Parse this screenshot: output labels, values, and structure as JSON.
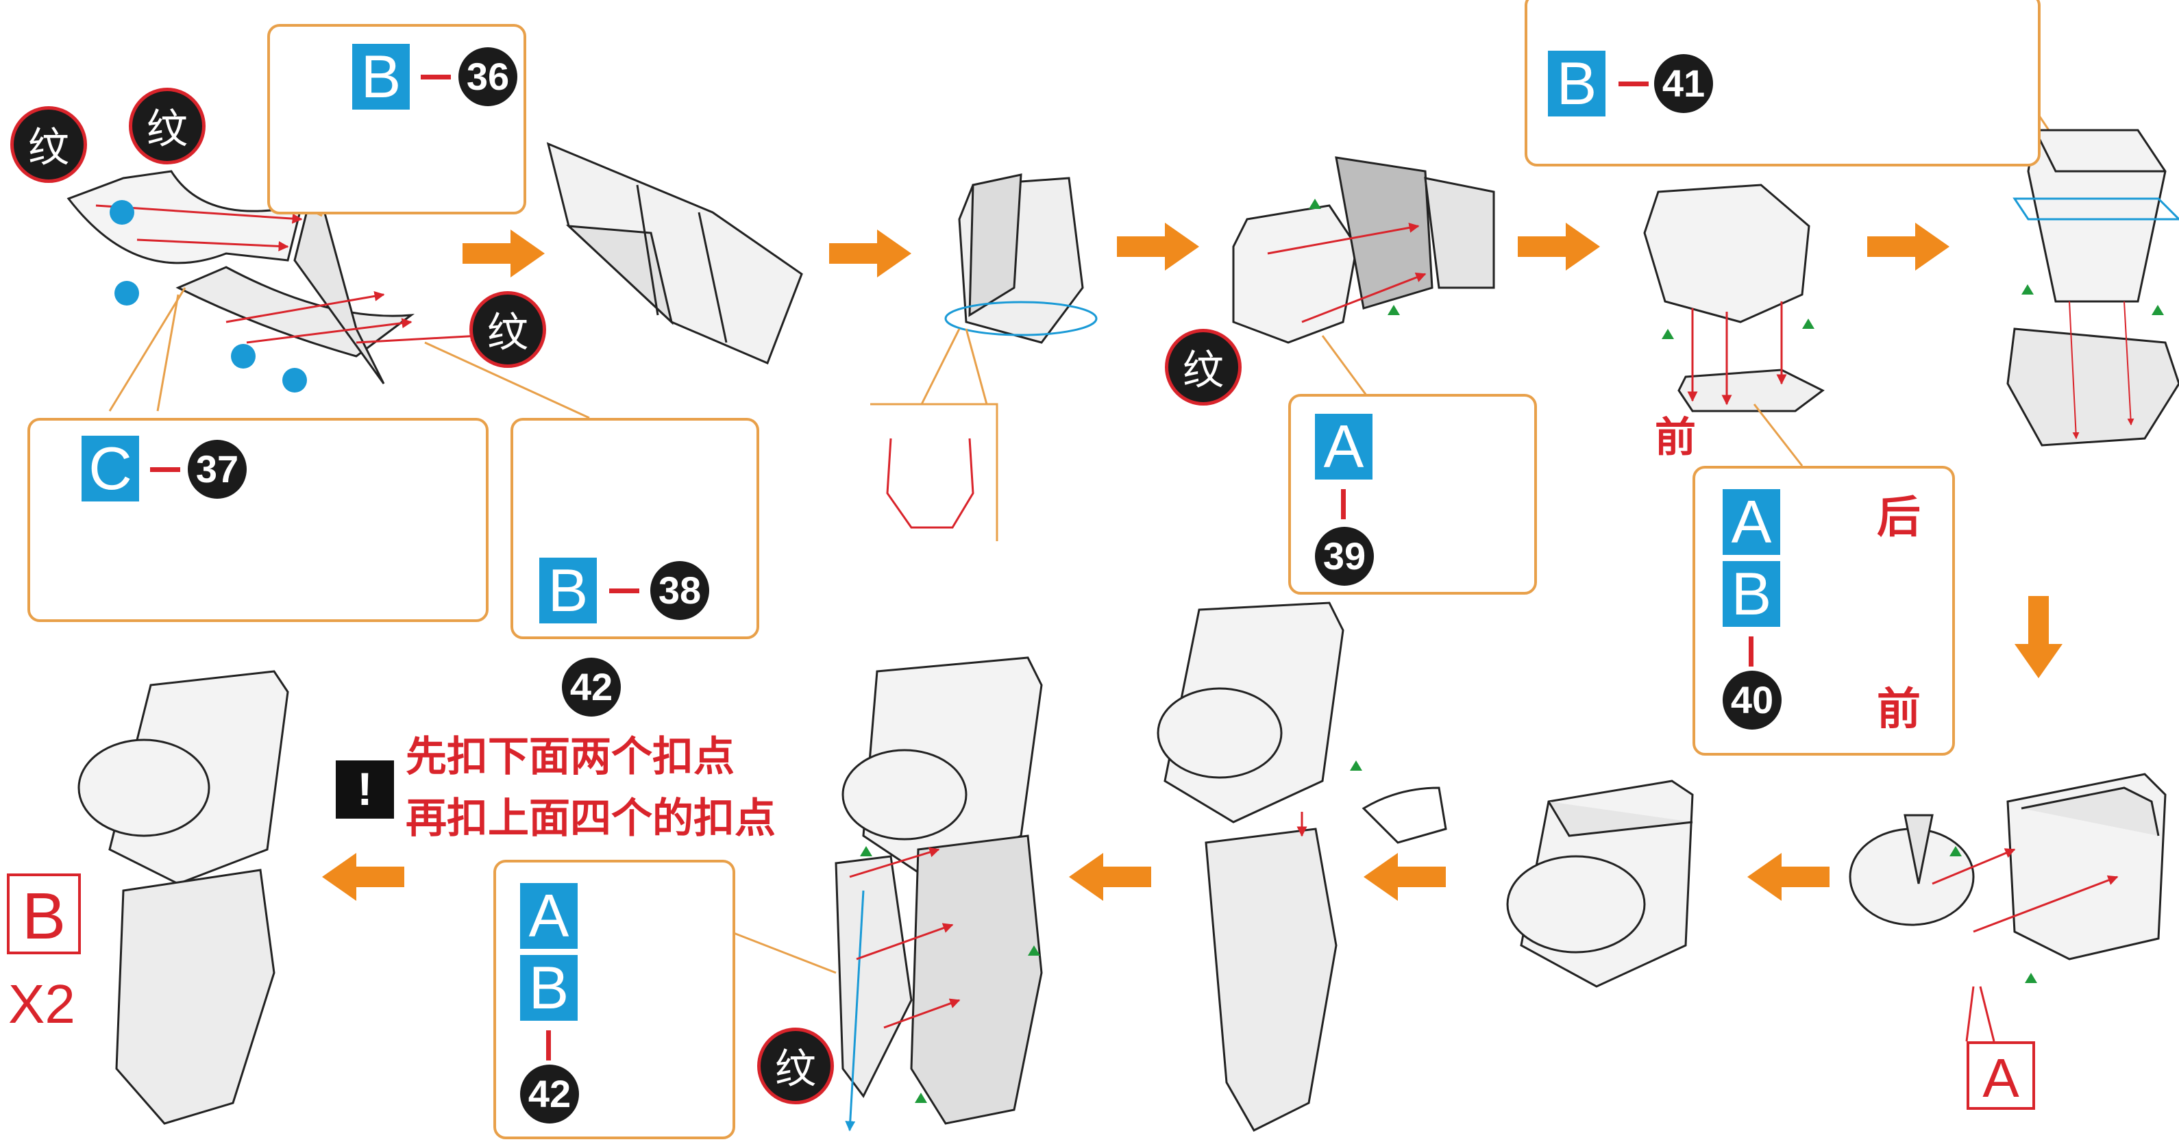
{
  "markers": {
    "texture": "纹"
  },
  "parts": {
    "p36": {
      "sheet": "B",
      "num": "36",
      "color": "#7b6346"
    },
    "p37": {
      "sheet": "C",
      "num": "37",
      "color": "#c9c6e4"
    },
    "p38": {
      "sheet": "B",
      "num": "38",
      "color": "#f6d4a6"
    },
    "p39": {
      "sheet": "A",
      "num": "39",
      "color": "#d7ead4"
    },
    "p40": {
      "sheet_a": "A",
      "sheet_b": "B",
      "num": "40",
      "color": "#dccf72",
      "back": "后",
      "front": "前"
    },
    "p41": {
      "sheet": "B",
      "num": "41",
      "color": "#8a6f88"
    },
    "p42": {
      "sheet_a": "A",
      "sheet_b": "B",
      "num": "42",
      "color": "#8c9889"
    }
  },
  "labels": {
    "front_mark": "前",
    "step_number_42": "42",
    "notice_line1": "先扣下面两个扣点",
    "notice_line2": "再扣上面四个的扣点",
    "notice_icon": "!",
    "result_sheet": "B",
    "result_qty": "X2",
    "part_a_label": "A"
  },
  "colors": {
    "accent_orange": "#f08a1c",
    "box_border": "#e8a04a",
    "sheet_blue": "#1a9ad6",
    "red": "#d9242b",
    "guide_green": "#1f9a3a"
  }
}
